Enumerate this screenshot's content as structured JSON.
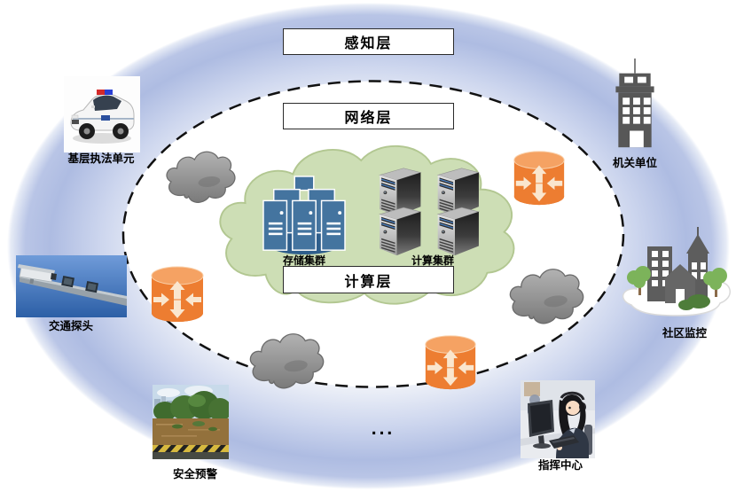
{
  "layers": {
    "perception": {
      "label": "感知层"
    },
    "network": {
      "label": "网络层"
    },
    "compute": {
      "label": "计算层"
    }
  },
  "clusters": {
    "storage": {
      "label": "存储集群"
    },
    "compute": {
      "label": "计算集群"
    }
  },
  "nodes": {
    "police": {
      "label": "基层执法单元"
    },
    "agency": {
      "label": "机关单位"
    },
    "traffic_camera": {
      "label": "交通探头"
    },
    "community": {
      "label": "社区监控"
    },
    "safety_warning": {
      "label": "安全预警"
    },
    "command_center": {
      "label": "指挥中心"
    }
  },
  "ellipsis": "...",
  "icons": {
    "router": "orange-cylinder-with-four-arrows",
    "storage_cluster": "blue-server-rack-group",
    "compute_cluster": "four-dark-server-towers",
    "network_cloud": "gray-cloud",
    "compute_cloud": "green-cloud",
    "police_car": "white-police-suv-photo",
    "government_building": "dark-office-building",
    "traffic_camera": "pole-mounted-camera-photo",
    "community": "buildings-with-trees",
    "safety_warning": "flood-scene-photo",
    "command_center": "operator-with-headset-photo"
  },
  "colors": {
    "outer_ring": "#aebce2",
    "inner_fill": "#ffffff",
    "dashed_border": "#1a1a1a",
    "compute_cloud_green": "#cddeb5",
    "network_cloud_gray": "#9a9a9a",
    "router_orange": "#ed7d31",
    "storage_blue": "#44749f",
    "building_gray": "#575757",
    "label_box_border": "#2b2b2b"
  }
}
